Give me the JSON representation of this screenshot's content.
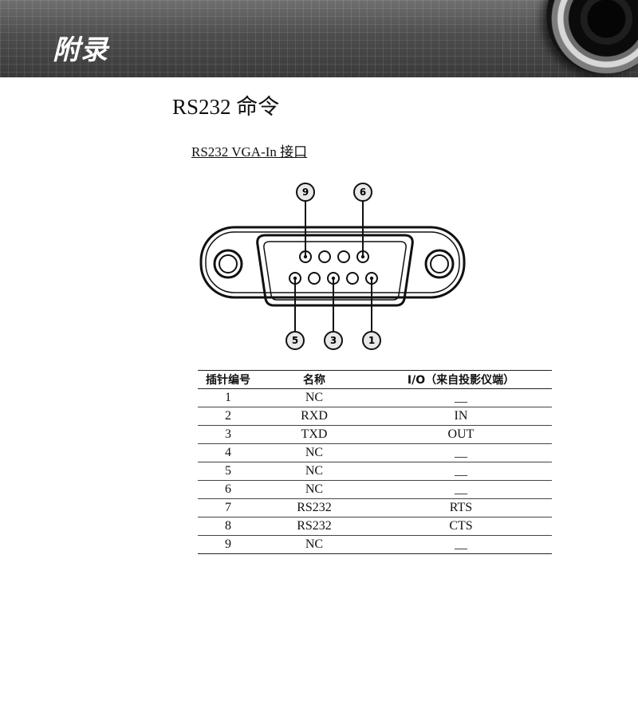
{
  "header": {
    "title": "附录"
  },
  "section": {
    "title": "RS232 命令"
  },
  "subsection": {
    "title": "RS232 VGA-In 接口"
  },
  "diagram": {
    "connector": "DB-9",
    "callouts": [
      "9",
      "6",
      "5",
      "3",
      "1"
    ]
  },
  "table": {
    "headers": [
      "插针编号",
      "名称",
      "I/O（来自投影仪端）"
    ],
    "rows": [
      [
        "1",
        "NC",
        "__"
      ],
      [
        "2",
        "RXD",
        "IN"
      ],
      [
        "3",
        "TXD",
        "OUT"
      ],
      [
        "4",
        "NC",
        "__"
      ],
      [
        "5",
        "NC",
        "__"
      ],
      [
        "6",
        "NC",
        "__"
      ],
      [
        "7",
        "RS232",
        "RTS"
      ],
      [
        "8",
        "RS232",
        "CTS"
      ],
      [
        "9",
        "NC",
        "__"
      ]
    ]
  }
}
